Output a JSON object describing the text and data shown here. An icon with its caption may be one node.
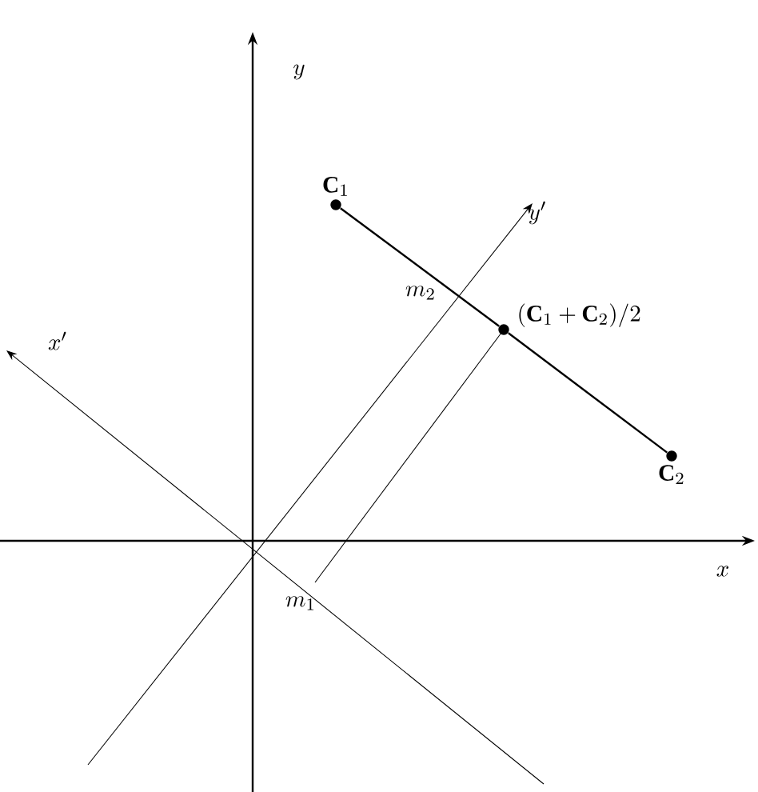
{
  "diagram": {
    "nodes": [
      {
        "text": [
          "\\mathbf{C}_1"
        ]
      },
      {
        "text": [
          "(\\mathbf{C}_1+\\mathbf{C}_2)/2"
        ]
      },
      {
        "text": [
          "\\mathbf{C}_2"
        ]
      }
    ],
    "edges": [
      {
        "from": 0,
        "to": 1,
        "arrow": "none"
      },
      {
        "from": 1,
        "to": 2,
        "arrow": "none"
      }
    ],
    "labels": [
      "y",
      "y'",
      "m_2",
      "x'",
      "x",
      "m_1"
    ]
  }
}
